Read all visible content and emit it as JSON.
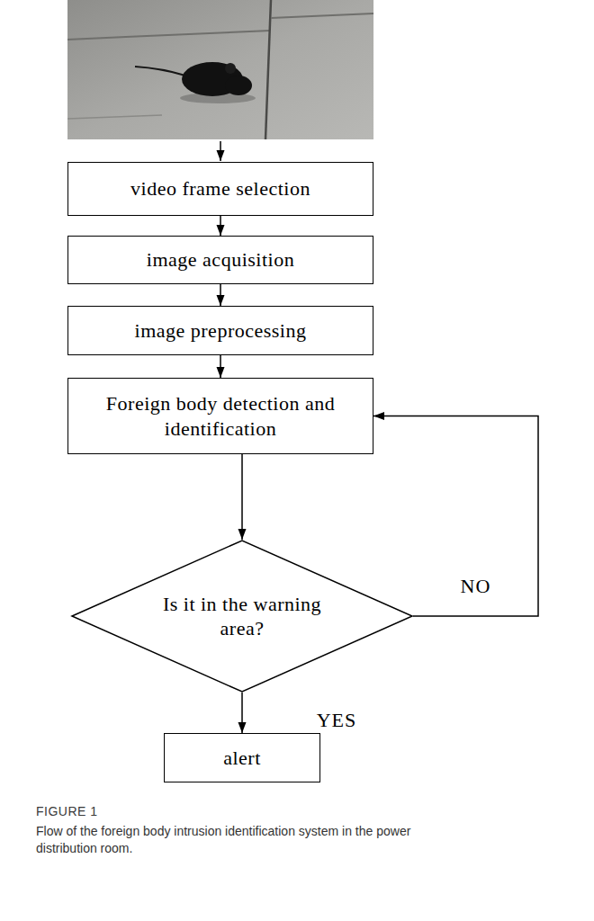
{
  "diagram": {
    "caption": "Flow of the foreign body intrusion identification system in the power distribution room.",
    "nodes": [
      {
        "text": [
          "video frame selection"
        ]
      },
      {
        "text": [
          "image acquisition"
        ]
      },
      {
        "text": [
          "image preprocessing"
        ]
      },
      {
        "text": [
          "Foreign body detection and identification"
        ]
      },
      {
        "text": [
          "Is it in the warning area?"
        ]
      },
      {
        "text": [
          "alert"
        ]
      }
    ],
    "edges": [
      {
        "from": 0,
        "to": 1,
        "arrow": "to"
      },
      {
        "from": 1,
        "to": 2,
        "arrow": "to"
      },
      {
        "from": 2,
        "to": 3,
        "arrow": "to"
      },
      {
        "from": 3,
        "to": 4,
        "arrow": "to"
      },
      {
        "from": 4,
        "to": 3,
        "label": "NO",
        "arrow": "to"
      },
      {
        "from": 4,
        "to": 5,
        "label": "YES",
        "arrow": "to"
      }
    ],
    "labels": [
      "FIGURE 1"
    ]
  }
}
